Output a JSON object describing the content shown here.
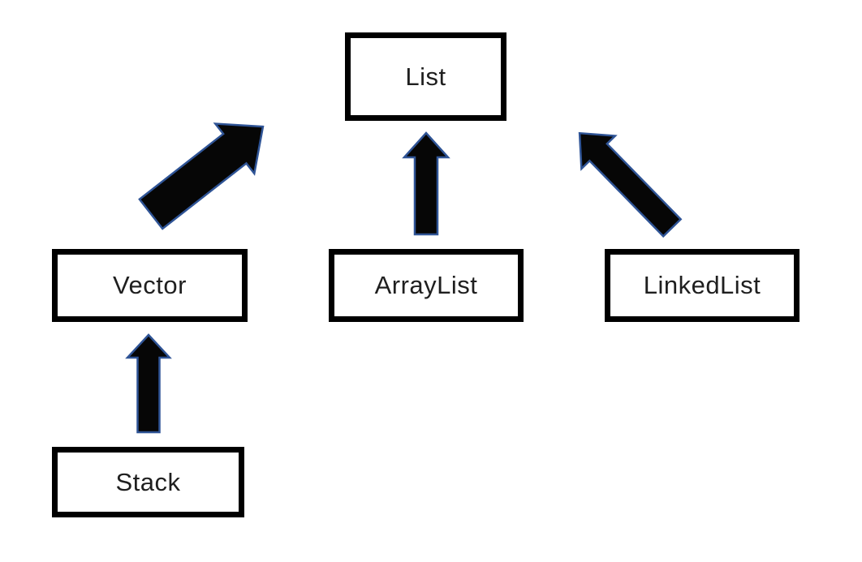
{
  "diagram": {
    "nodes": [
      {
        "id": "list",
        "label": "List"
      },
      {
        "id": "vector",
        "label": "Vector"
      },
      {
        "id": "arraylist",
        "label": "ArrayList"
      },
      {
        "id": "linkedlist",
        "label": "LinkedList"
      },
      {
        "id": "stack",
        "label": "Stack"
      }
    ],
    "edges": [
      {
        "from": "Vector",
        "to": "List"
      },
      {
        "from": "ArrayList",
        "to": "List"
      },
      {
        "from": "LinkedList",
        "to": "List"
      },
      {
        "from": "Stack",
        "to": "Vector"
      }
    ],
    "colors": {
      "background": "#ffffff",
      "box_border": "#000000",
      "box_fill": "#ffffff",
      "text": "#1f1f1f",
      "arrow_fill": "#060606",
      "arrow_outline": "#2f5496"
    }
  }
}
